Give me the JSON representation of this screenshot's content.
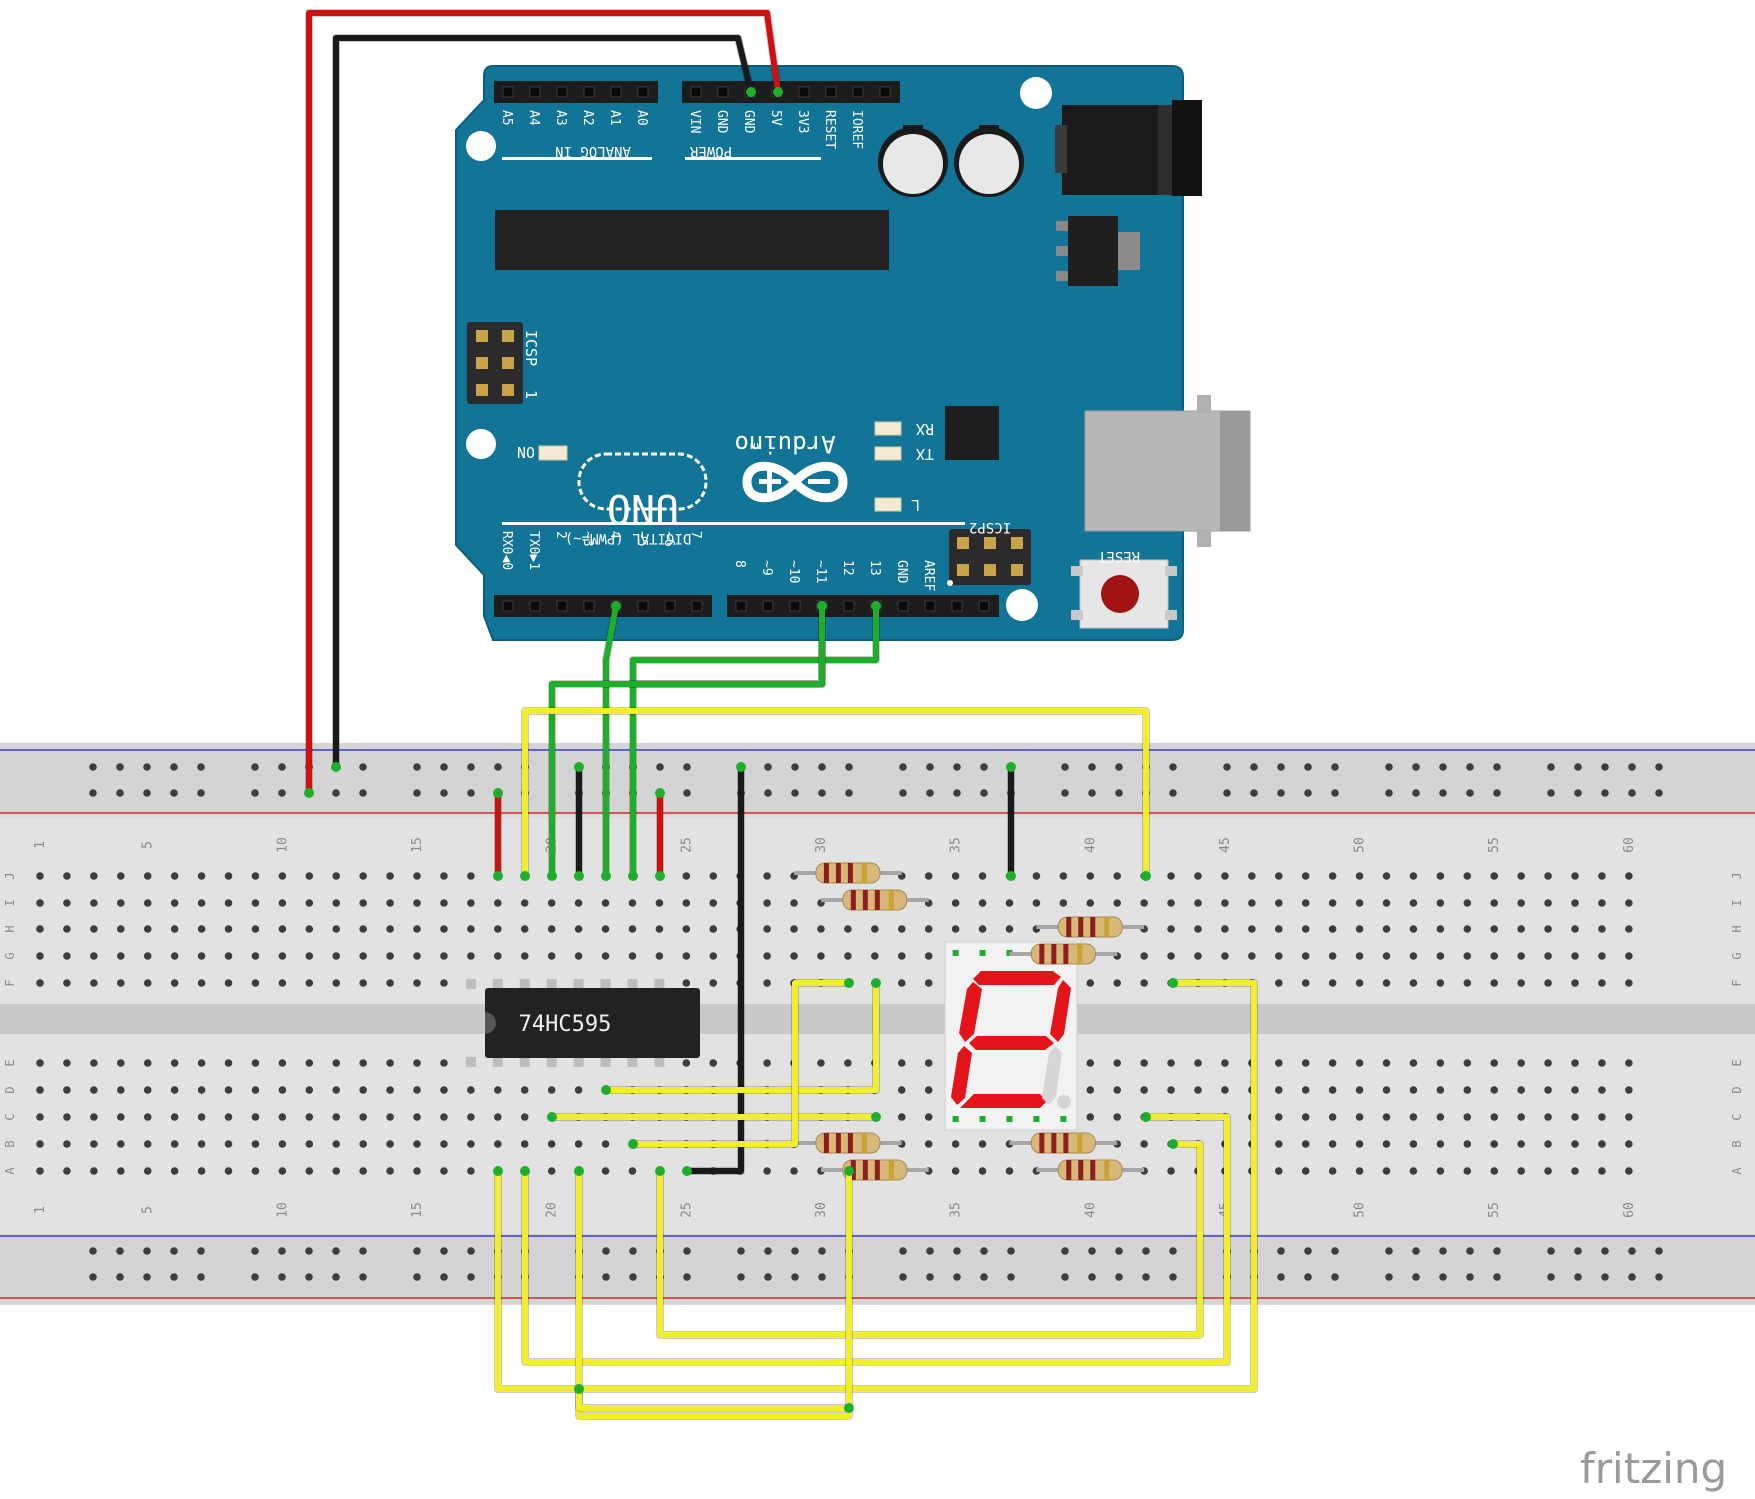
{
  "board": {
    "model": "UNO",
    "brand": "Arduino",
    "trademark": "TM",
    "analog_header_label": "ANALOG IN",
    "power_header_label": "POWER",
    "digital_header_label": "DIGITAL (PWM=~)",
    "analog_pins": [
      "A5",
      "A4",
      "A3",
      "A2",
      "A1",
      "A0"
    ],
    "power_pins": [
      "VIN",
      "GND",
      "GND",
      "5V",
      "3V3",
      "RESET",
      "IOREF"
    ],
    "digital_pins_left": [
      "RX0◀0",
      "TX0▶1",
      "2",
      "~3",
      "4",
      "~5",
      "~6",
      "7"
    ],
    "digital_pins_right": [
      "8",
      "~9",
      "~10",
      "~11",
      "12",
      "13",
      "GND",
      "AREF"
    ],
    "icsp_label": "ICSP",
    "icsp2_label": "ICSP2",
    "icsp_one": "1",
    "reset_label": "RESET",
    "leds": {
      "on": "ON",
      "tx": "TX",
      "rx": "RX",
      "l": "L"
    }
  },
  "chip": {
    "label": "74HC595"
  },
  "breadboard": {
    "row_letters_top": [
      "J",
      "I",
      "H",
      "G",
      "F"
    ],
    "row_letters_bottom": [
      "E",
      "D",
      "C",
      "B",
      "A"
    ],
    "column_numbers": [
      "1",
      "5",
      "10",
      "15",
      "20",
      "25",
      "30",
      "35",
      "40",
      "45",
      "50",
      "55",
      "60"
    ]
  },
  "watermark": "fritzing",
  "colors": {
    "board_teal": "#127496",
    "wire_red": "#cc1111",
    "wire_black": "#1a1a1a",
    "wire_green": "#1fae2b",
    "wire_yellow": "#f2ee2c",
    "segment_red": "#e3141a",
    "breadboard": "#d9d9d9"
  }
}
